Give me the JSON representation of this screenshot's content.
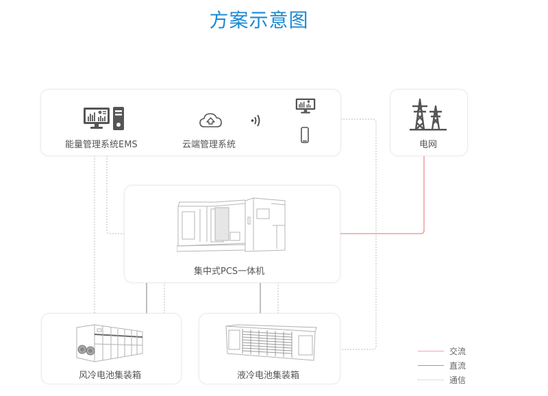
{
  "title": "方案示意图",
  "nodes": {
    "ems": {
      "label": "能量管理系统EMS"
    },
    "cloud": {
      "label": "云端管理系统"
    },
    "grid": {
      "label": "电网"
    },
    "pcs": {
      "label": "集中式PCS一体机"
    },
    "air_battery": {
      "label": "风冷电池集装箱"
    },
    "liquid_battery": {
      "label": "液冷电池集装箱"
    }
  },
  "icons": {
    "ems_monitor": "monitor-chart-icon",
    "ems_server": "server-tower-icon",
    "cloud": "cloud-upload-icon",
    "wireless": "wireless-signal-icon",
    "remote_monitor": "monitor-chart-icon",
    "mobile": "mobile-phone-icon",
    "grid": "power-tower-icon"
  },
  "legend": [
    {
      "label": "交流",
      "style": "solid",
      "color": "#f4a3a8"
    },
    {
      "label": "直流",
      "style": "solid",
      "color": "#9a9a9a"
    },
    {
      "label": "通信",
      "style": "dotted",
      "color": "#bbbbbb"
    }
  ],
  "colors": {
    "title": "#1a8ad4",
    "ac": "#f08a92",
    "dc": "#9a9a9a",
    "comm": "#c4c4c4"
  }
}
